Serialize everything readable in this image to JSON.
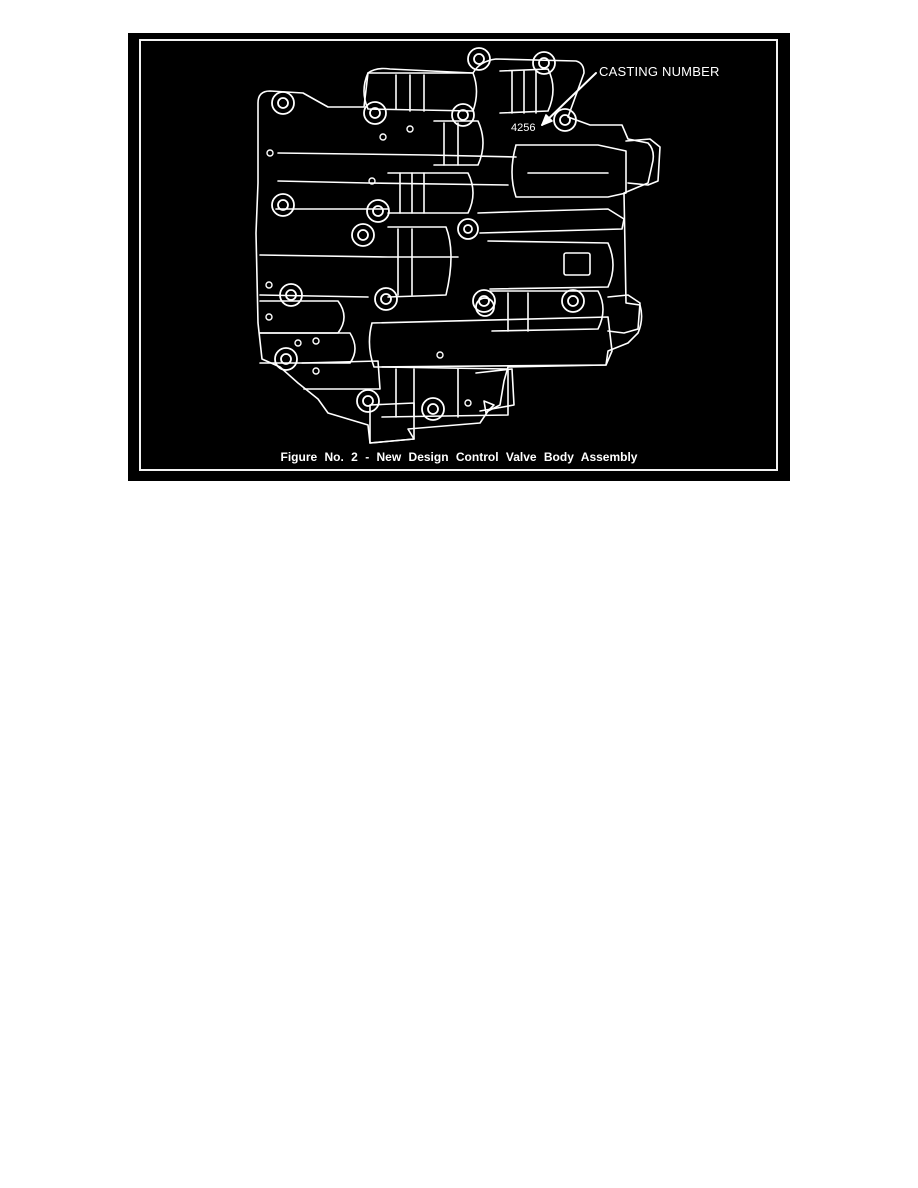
{
  "figure": {
    "callout_label": "CASTING NUMBER",
    "casting_number": "4256",
    "caption": "Figure No. 2 - New Design Control Valve Body Assembly",
    "illustration_subject": "control-valve-body"
  },
  "colors": {
    "panel_background": "#000000",
    "line_art": "#ffffff",
    "page_background": "#ffffff"
  }
}
